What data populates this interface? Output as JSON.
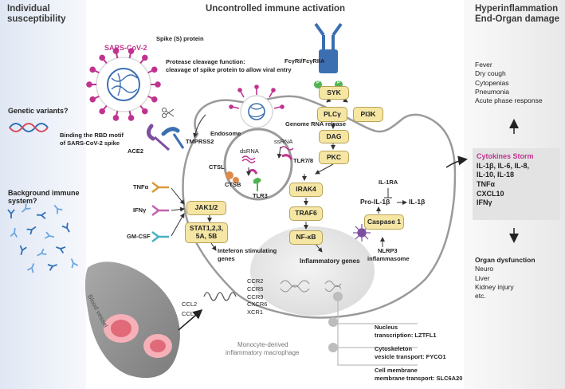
{
  "headers": {
    "left": "Individual susceptibility",
    "center": "Uncontrolled immune activation",
    "right": "Hyperinflammation End-Organ damage"
  },
  "left_panel": {
    "genetic": "Genetic variants?",
    "background": "Background immune system?"
  },
  "virus": {
    "name": "SARS-CoV-2",
    "spike": "Spike (S) protein",
    "protease_title": "Protease cleavage function:",
    "protease_desc": "cleavage of spike protein to allow viral entry",
    "binding_line1": "Binding the RBD motif",
    "binding_line2": "of SARS-CoV-2 spike",
    "tmprss2": "TMPRSS2",
    "ace2": "ACE2",
    "genome_release": "Genome RNA release"
  },
  "endosome": {
    "label": "Endosome",
    "ssrna": "ssRNA",
    "dsrna": "dsRNA",
    "ctsl": "CTSL",
    "ctsb": "CTSB",
    "tlr3": "TLR3",
    "tlr78": "TLR7/8"
  },
  "receptor": {
    "fc": "FcγRI/FcγRIIA",
    "phos": "P"
  },
  "nodes": {
    "syk": "SYK",
    "plcg": "PLCγ",
    "pi3k": "PI3K",
    "dag": "DAG",
    "pkc": "PKC",
    "irak4": "IRAK4",
    "traf6": "TRAF6",
    "nfkb": "NF-κB",
    "jak": "JAK1/2",
    "stat_line1": "STAT1,2,3,",
    "stat_line2": "5A, 5B",
    "caspase": "Caspase 1"
  },
  "cytokine_inputs": {
    "tnfa": "TNFα",
    "ifng": "IFNγ",
    "gmcsf": "GM-CSF"
  },
  "isg": {
    "line1": "Inteferon stimulating",
    "line2": "genes"
  },
  "inflammatory_genes": "Inflammatory genes",
  "inflammasome": {
    "il1ra": "IL-1RA",
    "pro": "Pro-IL-1β",
    "il1b": "IL-1β",
    "nlrp3": "NLRP3",
    "inflammasome": "inflammasome"
  },
  "chemokines": {
    "ligands": [
      "CCL2",
      "CCL7"
    ],
    "receptors": [
      "CCR2",
      "CCR5",
      "CCR9",
      "CXCR6",
      "XCR1"
    ]
  },
  "blood_vessel": "Blood vessel",
  "macrophage": {
    "line1": "Monocyte-derived",
    "line2": "inflammatory macrophage"
  },
  "annotations": [
    {
      "title": "Nucleus",
      "detail": "transcription: LZTFL1"
    },
    {
      "title": "Cytoskeleton",
      "detail": "vesicle transport: FYCO1"
    },
    {
      "title": "Cell membrane",
      "detail": "membrane transport: SLC6A20"
    }
  ],
  "symptoms": [
    "Fever",
    "Dry cough",
    "Cytopenias",
    "Pneumonia",
    "Acute phase response"
  ],
  "storm": {
    "title": "Cytokines Storm",
    "lines": [
      "IL-1β, IL-6, IL-8,",
      "IL-10, IL-18",
      "TNFα",
      "CXCL10",
      "IFNγ"
    ]
  },
  "organ": {
    "title": "Organ dysfunction",
    "items": [
      "Neuro",
      "Liver",
      "Kidney injury",
      "etc."
    ]
  },
  "colors": {
    "left_panel": "#e6ebf5",
    "right_panel": "#eeeeee",
    "node_fill": "#f5e6a4",
    "node_border": "#b9a357",
    "virus_pink": "#c0338f",
    "virus_blue": "#3c6fb2",
    "storm_title": "#c0338f",
    "membrane": "#9a9a9a"
  },
  "icons": [
    "scissors-icon",
    "dna-icon",
    "antibody-icon",
    "virus-icon",
    "rna-icon",
    "receptor-icon",
    "inflammasome-icon"
  ]
}
